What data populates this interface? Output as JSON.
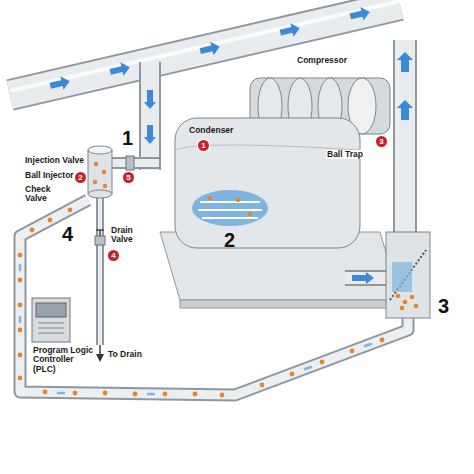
{
  "diagram": {
    "labels": [
      "Injection Valve",
      "5",
      "1",
      "Ball Injector",
      "2",
      "Check Valve",
      "4",
      "Drain Valve",
      "4",
      "Condenser",
      "1",
      "2",
      "Compressor",
      "Ball Trap",
      "3",
      "3",
      "Program Logic Controller (PLC)",
      "To Drain"
    ]
  }
}
